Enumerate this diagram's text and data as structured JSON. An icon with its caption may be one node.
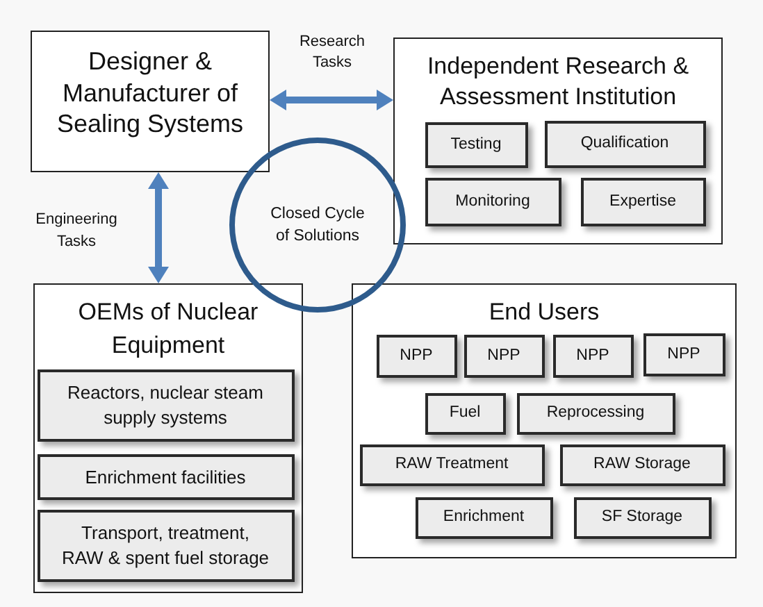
{
  "diagram": {
    "nodes": [
      {
        "text": [
          "Designer & Manufacturer of Sealing Systems"
        ]
      },
      {
        "text": [
          "Independent Research & Assessment Institution"
        ]
      },
      {
        "text": [
          "Testing"
        ],
        "in": 1
      },
      {
        "text": [
          "Qualification"
        ],
        "in": 1
      },
      {
        "text": [
          "Monitoring"
        ],
        "in": 1
      },
      {
        "text": [
          "Expertise"
        ],
        "in": 1
      },
      {
        "text": [
          "Closed Cycle of Solutions"
        ]
      },
      {
        "text": [
          "OEMs of Nuclear Equipment"
        ]
      },
      {
        "text": [
          "Reactors, nuclear steam supply systems"
        ],
        "in": 7
      },
      {
        "text": [
          "Enrichment facilities"
        ],
        "in": 7
      },
      {
        "text": [
          "Transport, treatment, RAW & spent fuel storage"
        ],
        "in": 7
      },
      {
        "text": [
          "End Users"
        ]
      },
      {
        "text": [
          "NPP"
        ],
        "in": 11
      },
      {
        "text": [
          "NPP"
        ],
        "in": 11
      },
      {
        "text": [
          "NPP"
        ],
        "in": 11
      },
      {
        "text": [
          "NPP"
        ],
        "in": 11
      },
      {
        "text": [
          "Fuel"
        ],
        "in": 11
      },
      {
        "text": [
          "Reprocessing"
        ],
        "in": 11
      },
      {
        "text": [
          "RAW Treatment"
        ],
        "in": 11
      },
      {
        "text": [
          "RAW Storage"
        ],
        "in": 11
      },
      {
        "text": [
          "Enrichment"
        ],
        "in": 11
      },
      {
        "text": [
          "SF Storage"
        ],
        "in": 11
      }
    ],
    "edges": [
      {
        "from": 0,
        "to": 1,
        "arrow": "both",
        "label": "Research Tasks"
      },
      {
        "from": 0,
        "to": 7,
        "arrow": "both",
        "label": "Engineering Tasks"
      }
    ]
  }
}
